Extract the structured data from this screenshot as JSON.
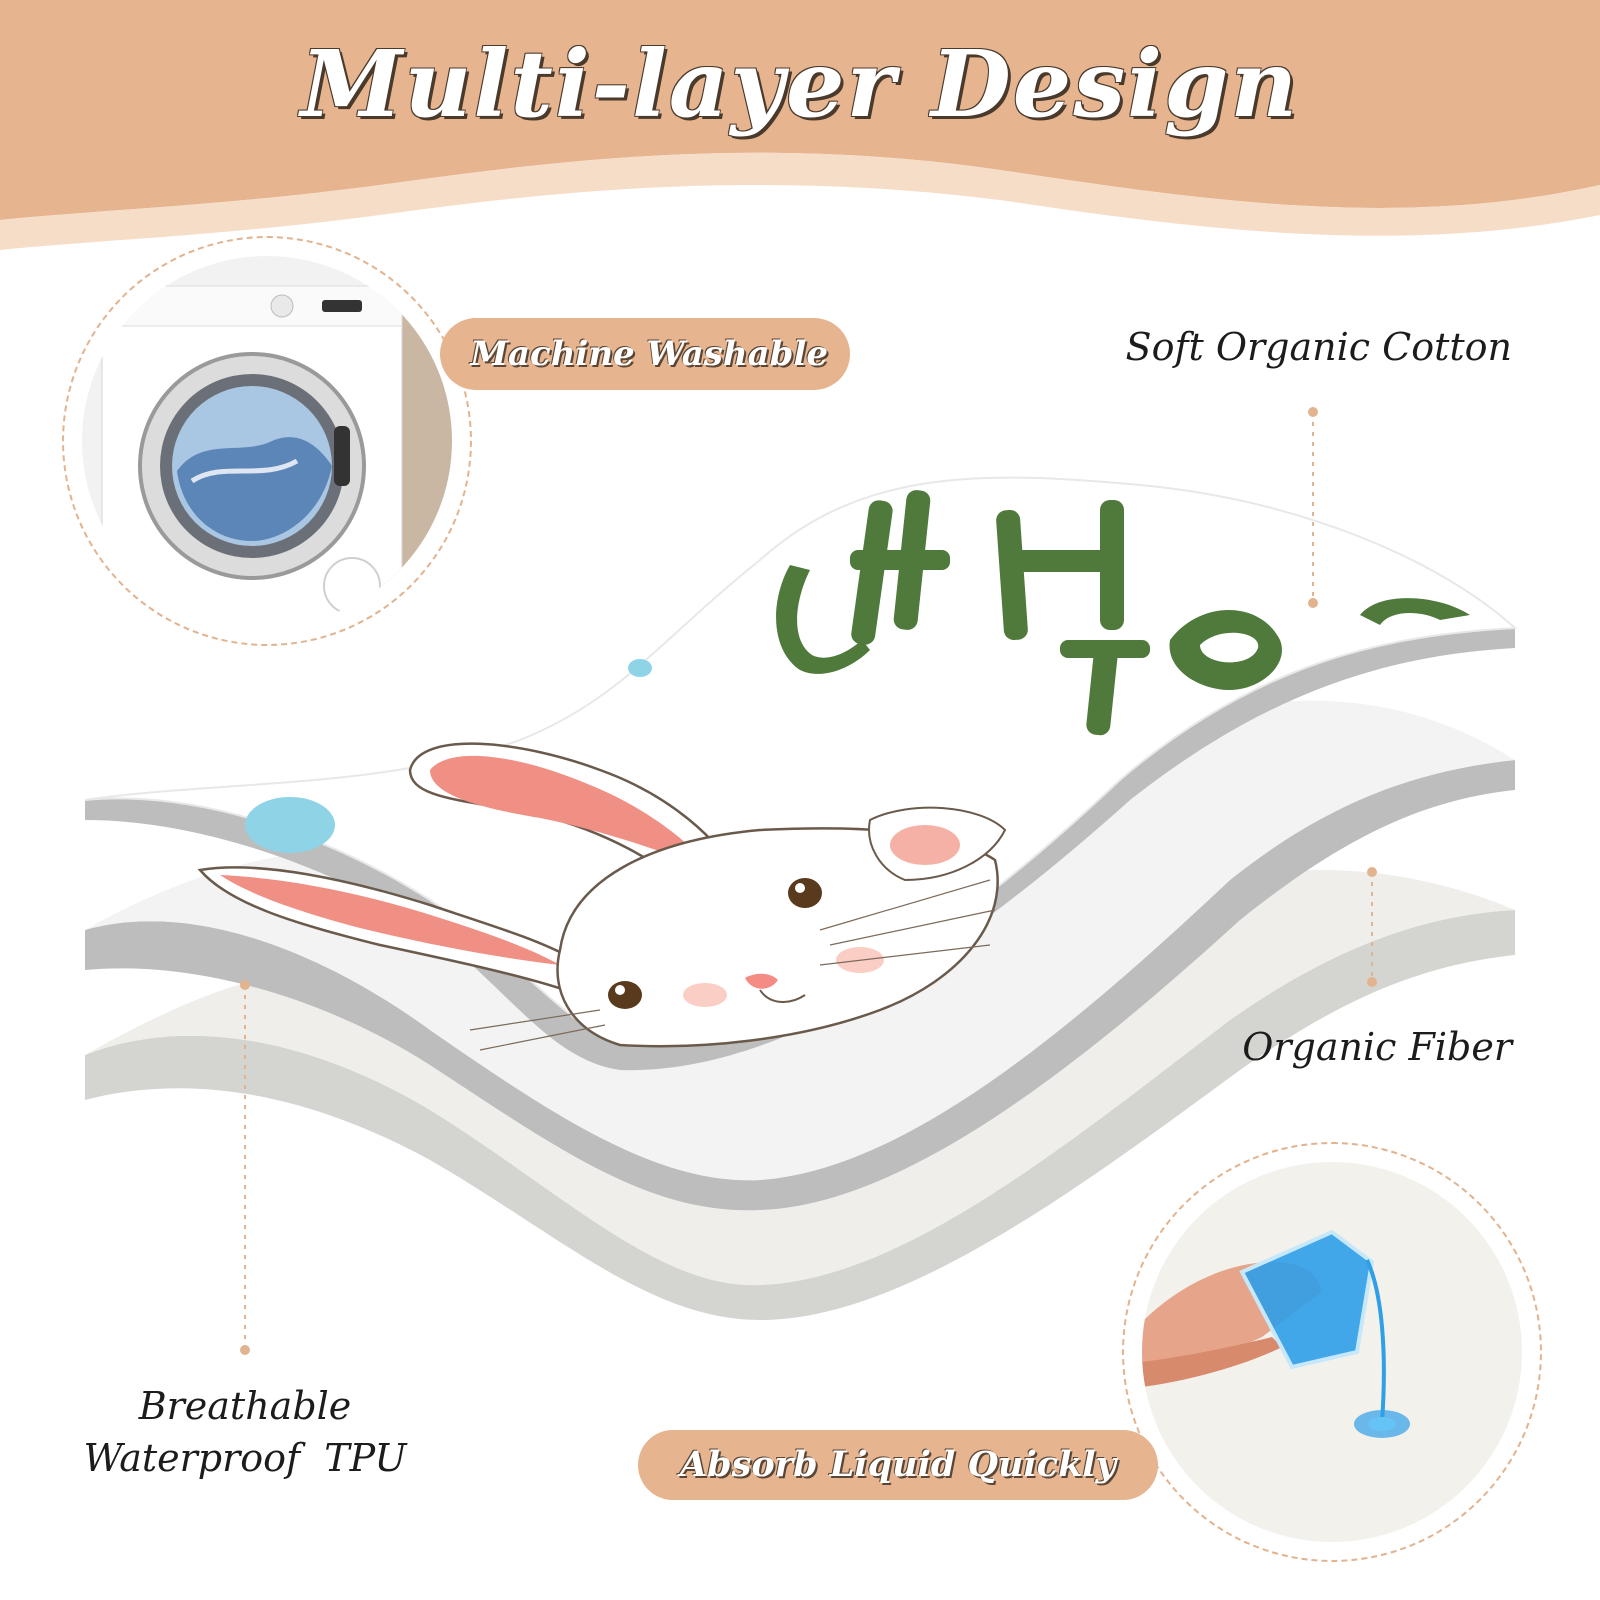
{
  "title": "Multi-layer Design",
  "badges": {
    "machine_washable": "Machine Washable",
    "absorb_liquid": "Absorb Liquid Quickly"
  },
  "layers": {
    "top": "Soft Organic Cotton",
    "middle": "Organic Fiber",
    "bottom_line1": "Breathable",
    "bottom_line2": "Waterproof  TPU"
  },
  "icons": {
    "washer": "washing-machine-icon",
    "liquid": "pouring-liquid-icon",
    "rabbit": "bunny-illustration"
  },
  "colors": {
    "header_band": "#e6b48f",
    "accent_dot": "#e2b38f",
    "print_green": "#4f7a3c",
    "bunny_ear": "#f08f84",
    "blue_liquid": "#2f9fe8"
  }
}
